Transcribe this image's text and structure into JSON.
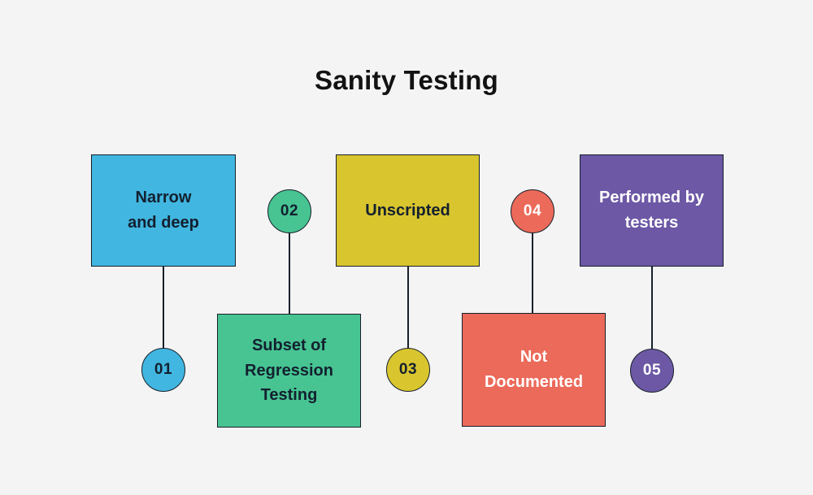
{
  "title": "Sanity Testing",
  "canvas": {
    "background": "#f4f4f4",
    "outline_color": "#17202a"
  },
  "items": [
    {
      "number": "01",
      "label": "Narrow\nand deep",
      "color": "#41b6e0",
      "text_color": "#13202f"
    },
    {
      "number": "02",
      "label": "Subset of\nRegression\nTesting",
      "color": "#47c492",
      "text_color": "#13202f"
    },
    {
      "number": "03",
      "label": "Unscripted",
      "color": "#d9c52e",
      "text_color": "#13202f"
    },
    {
      "number": "04",
      "label": "Not\nDocumented",
      "color": "#eb6a5a",
      "text_color": "#ffffff"
    },
    {
      "number": "05",
      "label": "Performed by\ntesters",
      "color": "#6c58a5",
      "text_color": "#ffffff"
    }
  ]
}
